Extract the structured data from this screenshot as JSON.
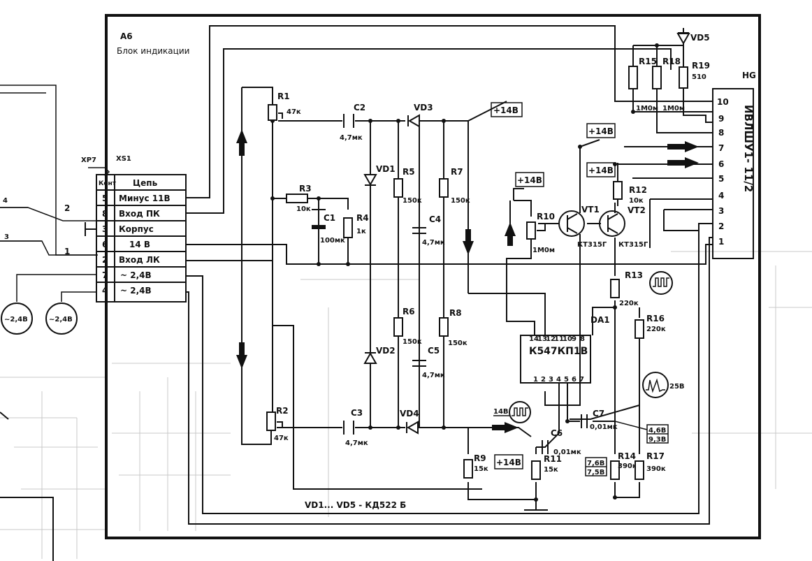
{
  "header": {
    "block_id": "А6",
    "block_name": "Блок индикации"
  },
  "connector": {
    "plug": "ХР7",
    "socket": "XS1",
    "col_pin": "Конт",
    "col_circuit": "Цепь",
    "rows": [
      {
        "pin": "5",
        "circuit": "Минус 11В"
      },
      {
        "pin": "8",
        "circuit": "Вход ПК"
      },
      {
        "pin": "3",
        "circuit": "Корпус"
      },
      {
        "pin": "6",
        "circuit": "14 В"
      },
      {
        "pin": "2",
        "circuit": "Вход ЛК"
      },
      {
        "pin": "7",
        "circuit": "~ 2,4В"
      },
      {
        "pin": "4",
        "circuit": "~ 2,4В"
      }
    ]
  },
  "external": {
    "w4": "4",
    "w2": "2",
    "w3": "3",
    "w1": "1",
    "src1": "~2,4В",
    "src2": "~2,4В"
  },
  "components": {
    "R1": {
      "ref": "R1",
      "value": "47к"
    },
    "R2": {
      "ref": "R2",
      "value": "47к"
    },
    "R3": {
      "ref": "R3",
      "value": "10к"
    },
    "R4": {
      "ref": "R4",
      "value": "1к"
    },
    "R5": {
      "ref": "R5",
      "value": "150к"
    },
    "R6": {
      "ref": "R6",
      "value": "150к"
    },
    "R7": {
      "ref": "R7",
      "value": "150к"
    },
    "R8": {
      "ref": "R8",
      "value": "150к"
    },
    "R9": {
      "ref": "R9",
      "value": "15к"
    },
    "R10": {
      "ref": "R10",
      "value": "1М0м"
    },
    "R11": {
      "ref": "R11",
      "value": "15к"
    },
    "R12": {
      "ref": "R12",
      "value": "10к"
    },
    "R13": {
      "ref": "R13",
      "value": "220к"
    },
    "R14": {
      "ref": "R14",
      "value": "390к"
    },
    "R15": {
      "ref": "R15",
      "value": "1М0м"
    },
    "R16": {
      "ref": "R16",
      "value": "220к"
    },
    "R17": {
      "ref": "R17",
      "value": "390к"
    },
    "R18": {
      "ref": "R18",
      "value": "1М0м"
    },
    "R19": {
      "ref": "R19",
      "value": "510"
    },
    "C1": {
      "ref": "C1",
      "value": "100мк"
    },
    "C2": {
      "ref": "C2",
      "value": "4,7мк"
    },
    "C3": {
      "ref": "C3",
      "value": "4,7мк"
    },
    "C4": {
      "ref": "C4",
      "value": "4,7мк"
    },
    "C5": {
      "ref": "C5",
      "value": "4,7мк"
    },
    "C6": {
      "ref": "C6",
      "value": "0,01мк"
    },
    "C7": {
      "ref": "C7",
      "value": "0,01мк"
    },
    "VD1": "VD1",
    "VD2": "VD2",
    "VD3": "VD3",
    "VD4": "VD4",
    "VD5": "VD5",
    "VT1": {
      "ref": "VT1",
      "type": "КТ315Г"
    },
    "VT2": {
      "ref": "VT2",
      "type": "КТ315Г"
    },
    "DA1": {
      "ref": "DA1",
      "type": "К547КП1В",
      "pins_top": [
        "14",
        "13",
        "12",
        "11",
        "10",
        "9",
        "8"
      ],
      "pins_bottom": [
        "1",
        "2",
        "3",
        "4",
        "5",
        "6",
        "7"
      ]
    },
    "HG": {
      "ref": "HG",
      "type": "ИВЛШУ1- 11/2",
      "pins": [
        "10",
        "9",
        "8",
        "7",
        "6",
        "5",
        "4",
        "3",
        "2",
        "1"
      ]
    }
  },
  "supply": {
    "p14_a": "+14В",
    "p14_b": "+14В",
    "p14_c": "+14В",
    "p14_d": "+14В",
    "p14_e": "+14В"
  },
  "annotations": {
    "diode_note": "VD1... VD5 - КД522 Б",
    "v14": "14В",
    "v25": "25В",
    "v76": "7,6В",
    "v75": "7,5В",
    "v46": "4,6В",
    "v93": "9,3В"
  },
  "colors": {
    "ink": "#111111",
    "paper": "#ffffff",
    "ghost": "#c8c8c8"
  }
}
